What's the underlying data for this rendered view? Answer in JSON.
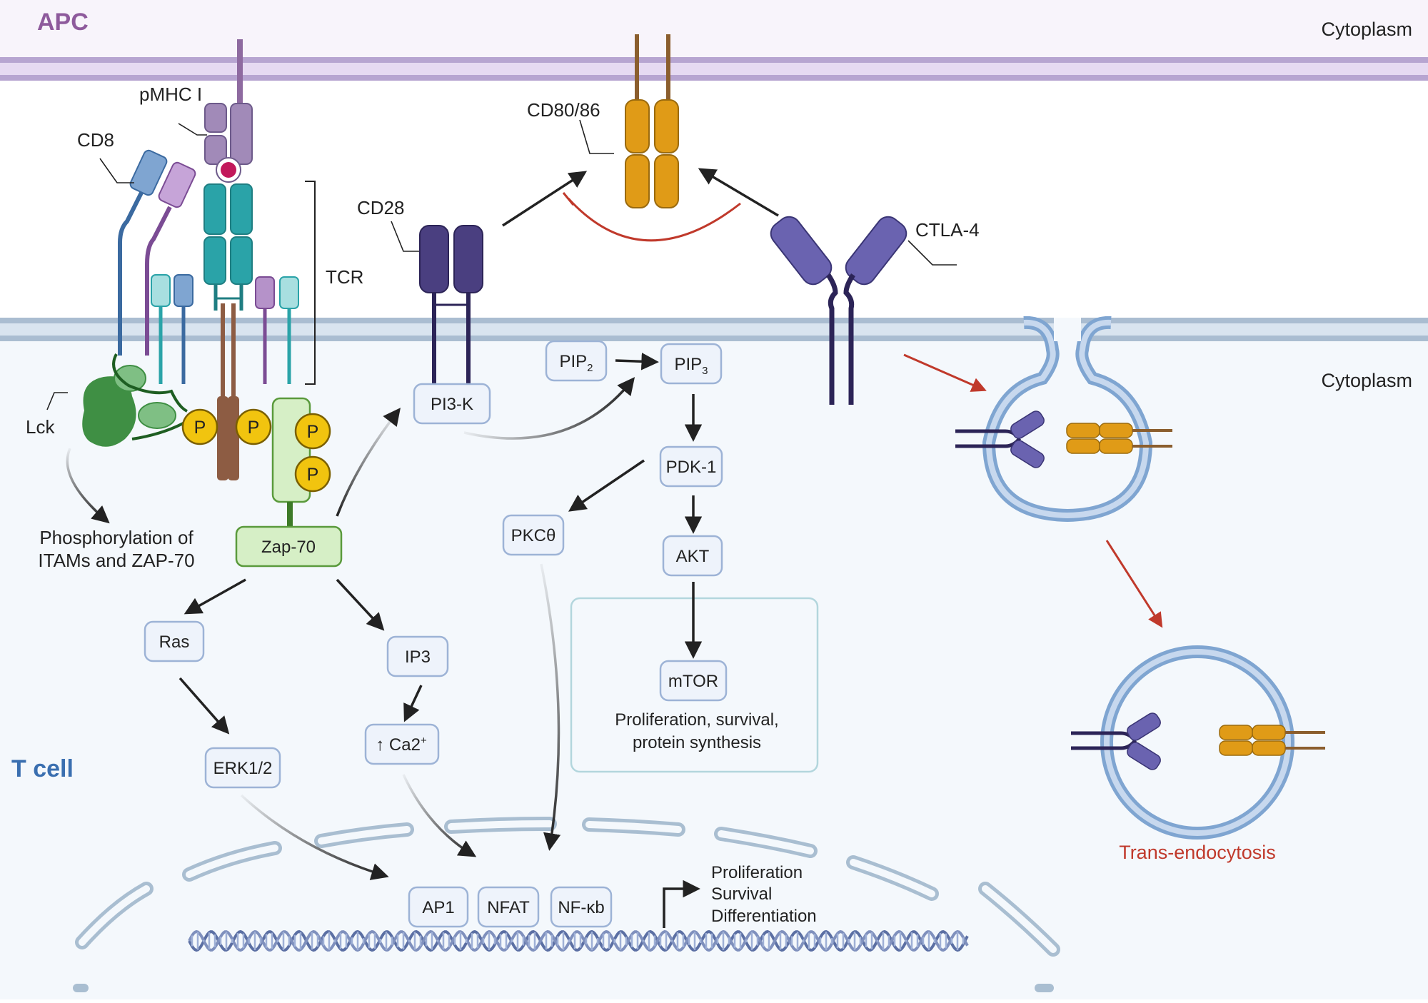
{
  "regions": {
    "apc": "APC",
    "tcell": "T cell",
    "cytoplasm_top": "Cytoplasm",
    "cytoplasm_mid": "Cytoplasm"
  },
  "receptors": {
    "pmhc": "pMHC I",
    "cd8": "CD8",
    "tcr": "TCR",
    "lck": "Lck",
    "cd28": "CD28",
    "cd80_86": "CD80/86",
    "ctla4": "CTLA-4"
  },
  "phospho": "P",
  "phospho_note": {
    "line1": "Phosphorylation of",
    "line2": "ITAMs and ZAP-70"
  },
  "nodes": {
    "zap70": "Zap-70",
    "pi3k": "PI3-K",
    "pip2": "PIP",
    "pip2_sub": "2",
    "pip3": "PIP",
    "pip3_sub": "3",
    "pdk1": "PDK-1",
    "pkc": "PKCθ",
    "akt": "AKT",
    "mtor": "mTOR",
    "ras": "Ras",
    "ip3": "IP3",
    "erk": "ERK1/2",
    "ca_prefix": "↑ Ca2",
    "ca_sup": "+",
    "ap1": "AP1",
    "nfat": "NFAT",
    "nfkb": "NF-κb"
  },
  "mtor_box": {
    "line1": "Proliferation, survival,",
    "line2": "protein synthesis"
  },
  "outcomes": [
    "Proliferation",
    "Survival",
    "Differentiation"
  ],
  "trans_endocytosis": "Trans-endocytosis",
  "colors": {
    "apc_label": "#8e5a9c",
    "tcell_label": "#3a6fb0",
    "red_accent": "#c0392b",
    "node_fill": "#eef3fb",
    "node_stroke": "#9db3d6",
    "zap_fill": "#d6efc6",
    "zap_stroke": "#5a9a3c",
    "cd28": "#4a3f80",
    "ctla4": "#6a63b0",
    "cd80": "#e09b17",
    "tcr_teal": "#2aa3a8",
    "phospho_fill": "#f1c40f"
  }
}
